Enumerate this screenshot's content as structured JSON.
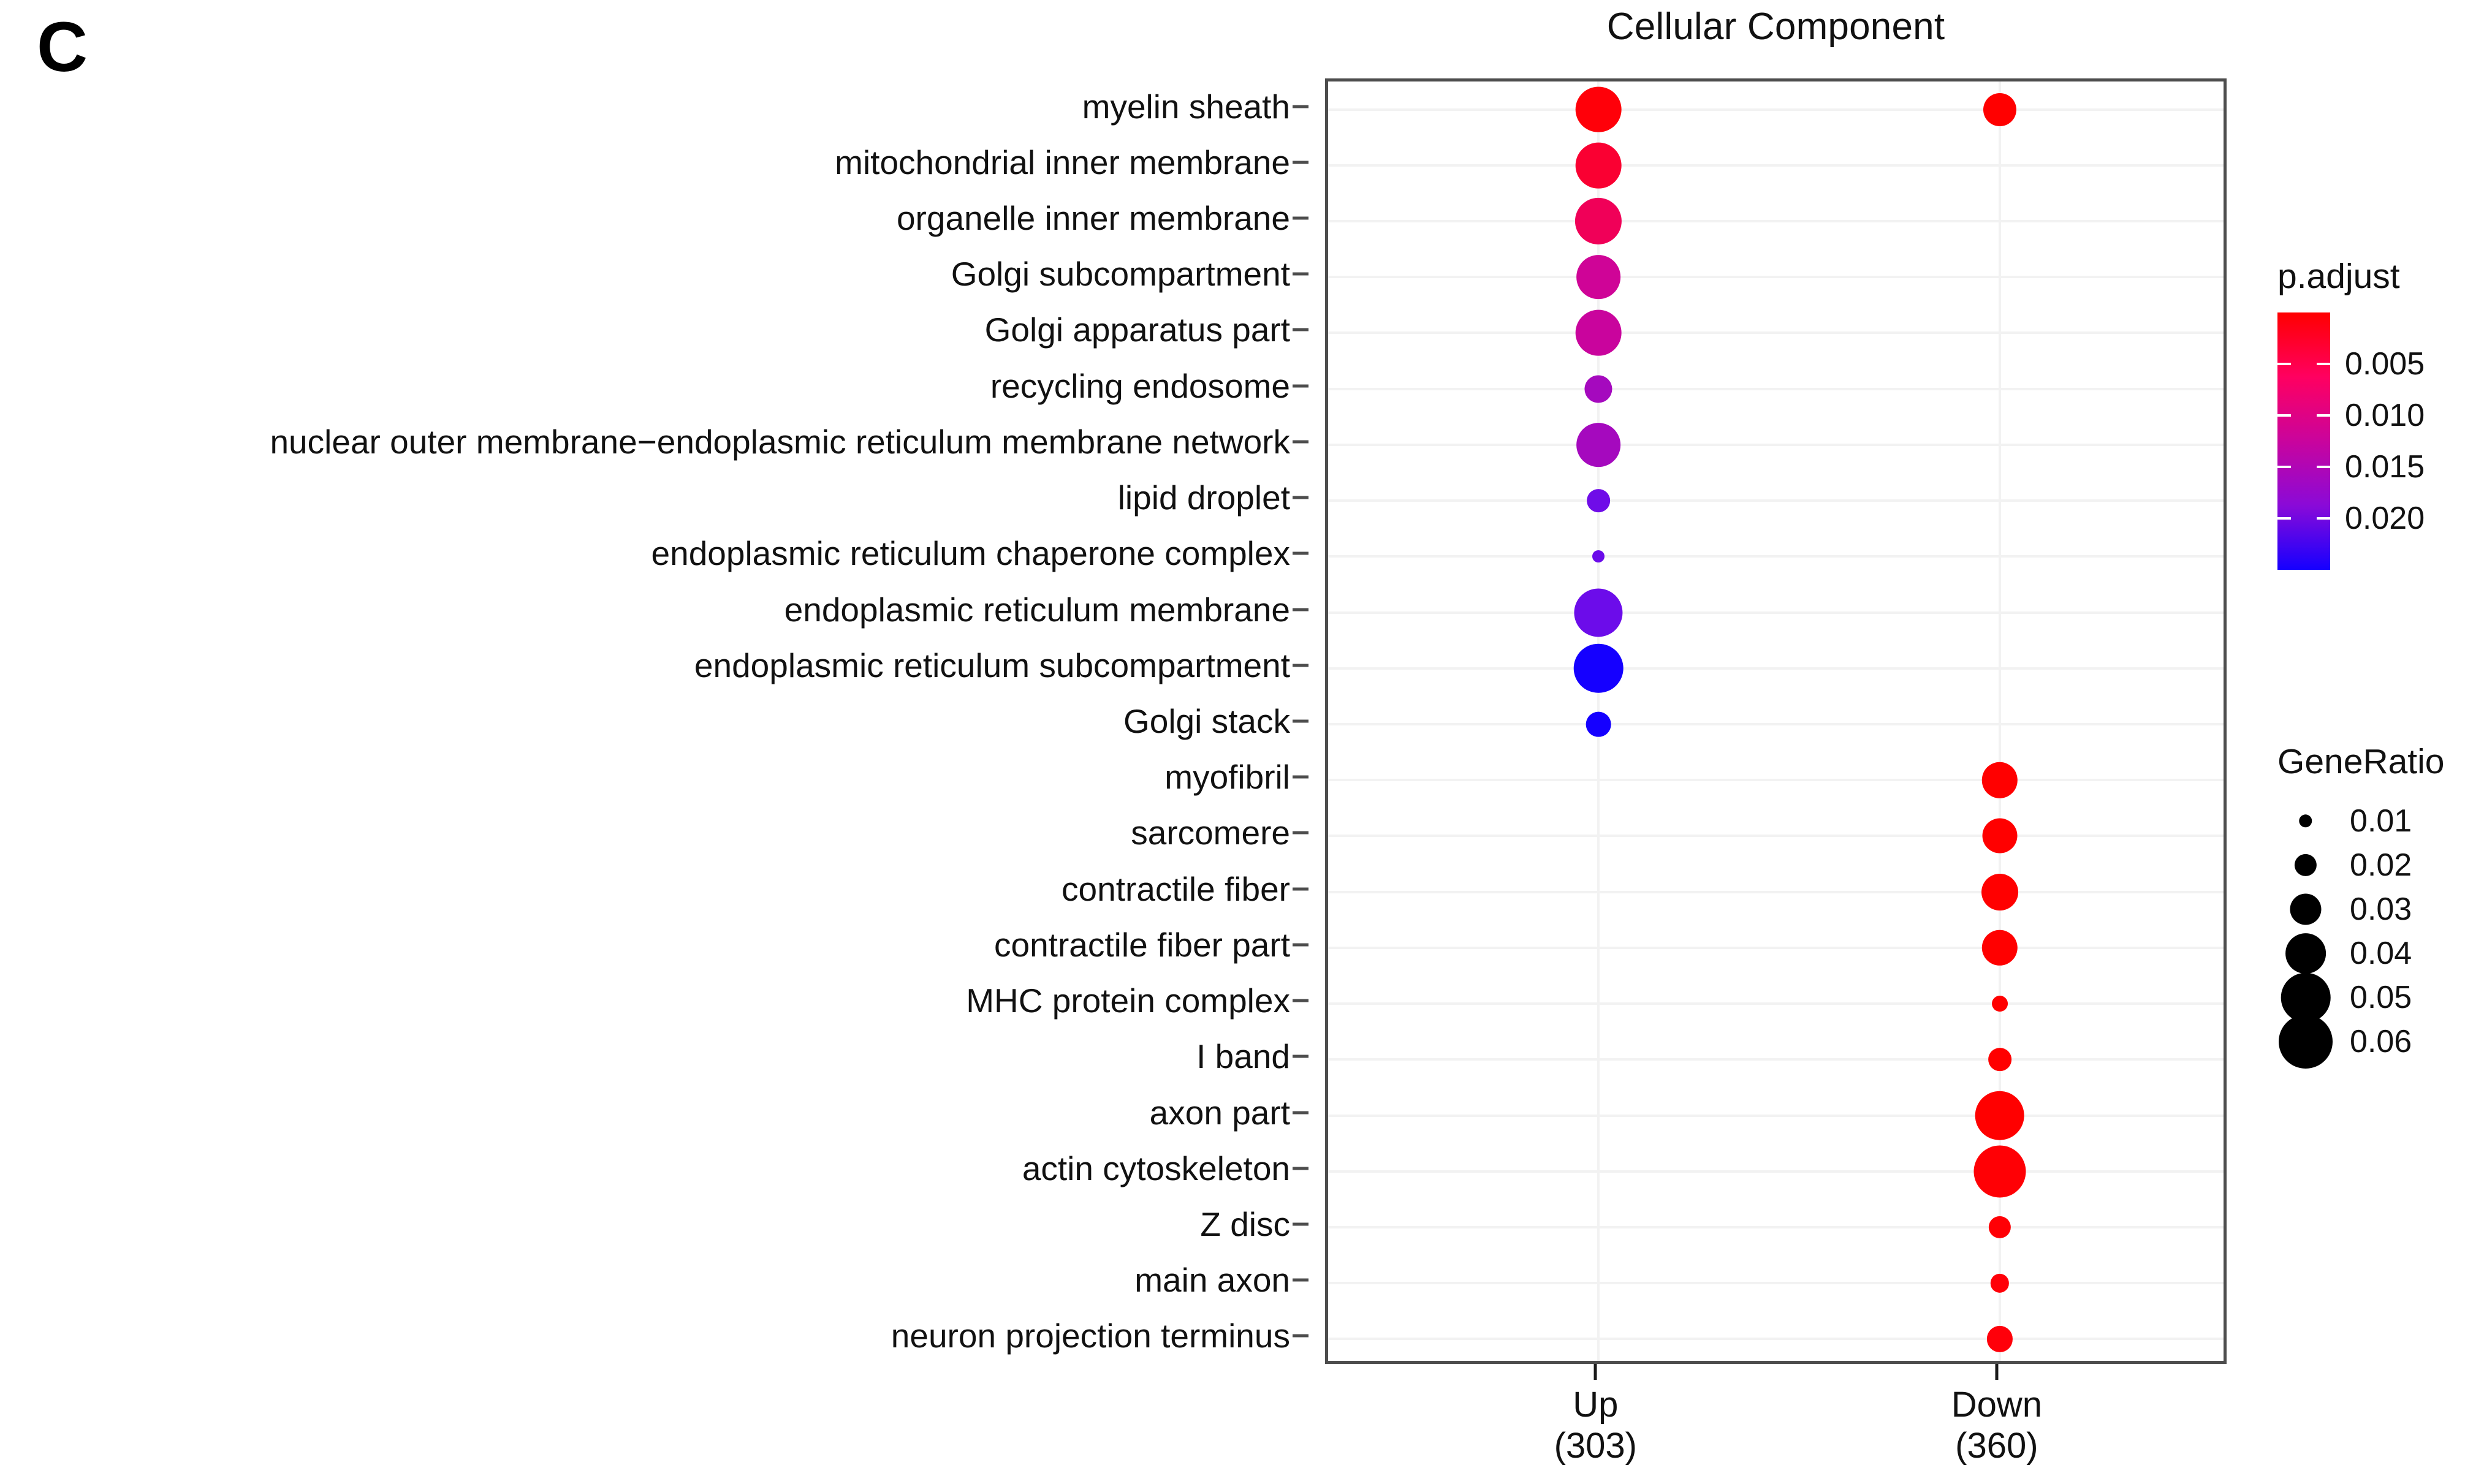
{
  "panel_letter": "C",
  "chart_data": {
    "type": "scatter",
    "subtype": "dot-plot",
    "title": "Cellular Component",
    "xlabel": "",
    "ylabel": "",
    "grid": true,
    "legend_position": "right",
    "x_categories": [
      {
        "label": "Up",
        "count": "(303)"
      },
      {
        "label": "Down",
        "count": "(360)"
      }
    ],
    "y_categories": [
      "myelin sheath",
      "mitochondrial inner membrane",
      "organelle inner membrane",
      "Golgi subcompartment",
      "Golgi apparatus part",
      "recycling endosome",
      "nuclear outer membrane−endoplasmic reticulum membrane network",
      "lipid droplet",
      "endoplasmic reticulum chaperone complex",
      "endoplasmic reticulum membrane",
      "endoplasmic reticulum subcompartment",
      "Golgi stack",
      "myofibril",
      "sarcomere",
      "contractile fiber",
      "contractile fiber part",
      "MHC protein complex",
      "I band",
      "axon part",
      "actin cytoskeleton",
      "Z disc",
      "main axon",
      "neuron projection terminus"
    ],
    "points": [
      {
        "x": "Up",
        "y": "myelin sheath",
        "gene_ratio": 0.046,
        "p_adjust": 0.0008,
        "color": "#FF0009"
      },
      {
        "x": "Down",
        "y": "myelin sheath",
        "gene_ratio": 0.032,
        "p_adjust": 0.0006,
        "color": "#FF0000"
      },
      {
        "x": "Up",
        "y": "mitochondrial inner membrane",
        "gene_ratio": 0.046,
        "p_adjust": 0.0018,
        "color": "#FA0032"
      },
      {
        "x": "Up",
        "y": "organelle inner membrane",
        "gene_ratio": 0.047,
        "p_adjust": 0.0035,
        "color": "#F00058"
      },
      {
        "x": "Up",
        "y": "Golgi subcompartment",
        "gene_ratio": 0.044,
        "p_adjust": 0.0075,
        "color": "#CF0497"
      },
      {
        "x": "Up",
        "y": "Golgi apparatus part",
        "gene_ratio": 0.046,
        "p_adjust": 0.0085,
        "color": "#C9049D"
      },
      {
        "x": "Up",
        "y": "recycling endosome",
        "gene_ratio": 0.026,
        "p_adjust": 0.0125,
        "color": "#A509BE"
      },
      {
        "x": "Up",
        "y": "nuclear outer membrane−endoplasmic reticulum membrane network",
        "gene_ratio": 0.044,
        "p_adjust": 0.013,
        "color": "#A509BE"
      },
      {
        "x": "Up",
        "y": "lipid droplet",
        "gene_ratio": 0.021,
        "p_adjust": 0.0175,
        "color": "#6F0CE8"
      },
      {
        "x": "Up",
        "y": "endoplasmic reticulum chaperone complex",
        "gene_ratio": 0.009,
        "p_adjust": 0.018,
        "color": "#6B0CEA"
      },
      {
        "x": "Up",
        "y": "endoplasmic reticulum membrane",
        "gene_ratio": 0.049,
        "p_adjust": 0.0185,
        "color": "#6C0CEA"
      },
      {
        "x": "Up",
        "y": "endoplasmic reticulum subcompartment",
        "gene_ratio": 0.05,
        "p_adjust": 0.0225,
        "color": "#1500FF"
      },
      {
        "x": "Up",
        "y": "Golgi stack",
        "gene_ratio": 0.023,
        "p_adjust": 0.0235,
        "color": "#1500FF"
      },
      {
        "x": "Down",
        "y": "myofibril",
        "gene_ratio": 0.035,
        "p_adjust": 0.0003,
        "color": "#FF0000"
      },
      {
        "x": "Down",
        "y": "sarcomere",
        "gene_ratio": 0.034,
        "p_adjust": 0.0004,
        "color": "#FF0000"
      },
      {
        "x": "Down",
        "y": "contractile fiber",
        "gene_ratio": 0.036,
        "p_adjust": 0.0004,
        "color": "#FF0000"
      },
      {
        "x": "Down",
        "y": "contractile fiber part",
        "gene_ratio": 0.035,
        "p_adjust": 0.0005,
        "color": "#FF0000"
      },
      {
        "x": "Down",
        "y": "MHC protein complex",
        "gene_ratio": 0.013,
        "p_adjust": 0.0012,
        "color": "#FF0000"
      },
      {
        "x": "Down",
        "y": "I band",
        "gene_ratio": 0.021,
        "p_adjust": 0.0014,
        "color": "#FF0000"
      },
      {
        "x": "Down",
        "y": "axon part",
        "gene_ratio": 0.05,
        "p_adjust": 0.0016,
        "color": "#FF0000"
      },
      {
        "x": "Down",
        "y": "actin cytoskeleton",
        "gene_ratio": 0.053,
        "p_adjust": 0.002,
        "color": "#FF0005"
      },
      {
        "x": "Down",
        "y": "Z disc",
        "gene_ratio": 0.02,
        "p_adjust": 0.0021,
        "color": "#FF0005"
      },
      {
        "x": "Down",
        "y": "main axon",
        "gene_ratio": 0.016,
        "p_adjust": 0.0024,
        "color": "#FF0008"
      },
      {
        "x": "Down",
        "y": "neuron projection terminus",
        "gene_ratio": 0.024,
        "p_adjust": 0.0026,
        "color": "#FF000A"
      }
    ],
    "color_legend": {
      "title": "p.adjust",
      "ticks": [
        "0.005",
        "0.010",
        "0.015",
        "0.020"
      ],
      "range": [
        0.0,
        0.025
      ],
      "low_color": "#FF0000",
      "high_color": "#1500FF"
    },
    "size_legend": {
      "title": "GeneRatio",
      "entries": [
        {
          "label": "0.01",
          "value": 0.01
        },
        {
          "label": "0.02",
          "value": 0.02
        },
        {
          "label": "0.03",
          "value": 0.03
        },
        {
          "label": "0.04",
          "value": 0.04
        },
        {
          "label": "0.05",
          "value": 0.05
        },
        {
          "label": "0.06",
          "value": 0.06
        }
      ],
      "dot_color": "#000000"
    }
  }
}
